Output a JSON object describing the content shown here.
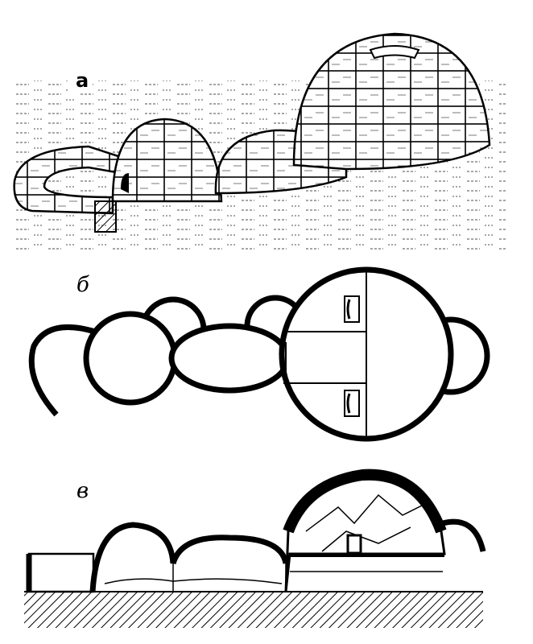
{
  "figure": {
    "labels": {
      "a": "а",
      "b": "б",
      "c": "в"
    },
    "colors": {
      "ink": "#000000",
      "background": "#ffffff"
    }
  }
}
